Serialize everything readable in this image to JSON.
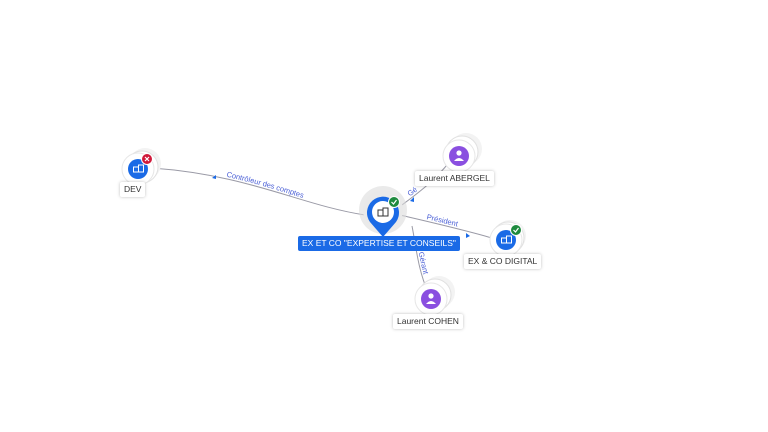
{
  "colors": {
    "company": "#1a6ae6",
    "person": "#8a4fe0",
    "active": "#1e8a3e",
    "closed": "#d0193a",
    "edge": "#9a9aa6",
    "edge_label": "#4a5fd6"
  },
  "nodes": {
    "main": {
      "label": "EX ET CO \"EXPERTISE ET CONSEILS\"",
      "icon": "building-icon",
      "status": "check-icon"
    },
    "dev": {
      "label": "DEV",
      "icon": "building-icon",
      "status": "cross-icon"
    },
    "abergel": {
      "label": "Laurent ABERGEL",
      "icon": "person-icon"
    },
    "digital": {
      "label": "EX & CO DIGITAL",
      "icon": "building-icon",
      "status": "check-icon"
    },
    "cohen": {
      "label": "Laurent COHEN",
      "icon": "person-icon"
    }
  },
  "edges": {
    "controleur": "Contrôleur des comptes",
    "gerant_top": "Gé",
    "president": "Président",
    "gerant_bottom": "Gérant"
  }
}
